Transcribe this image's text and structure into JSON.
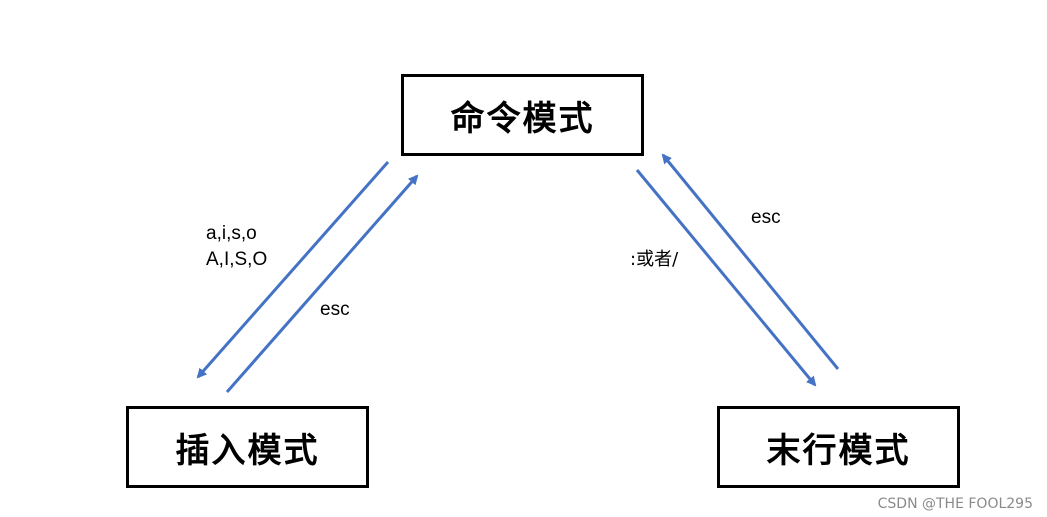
{
  "nodes": {
    "command_mode": "命令模式",
    "insert_mode": "插入模式",
    "last_line_mode": "末行模式"
  },
  "edges": {
    "command_to_insert": [
      "a,i,s,o",
      "A,I,S,O"
    ],
    "insert_to_command": "esc",
    "command_to_last_line": ":或者/",
    "last_line_to_command": "esc"
  },
  "watermark": "CSDN @THE FOOL295",
  "colors": {
    "arrow": "#4472C4",
    "box_border": "#000000"
  }
}
